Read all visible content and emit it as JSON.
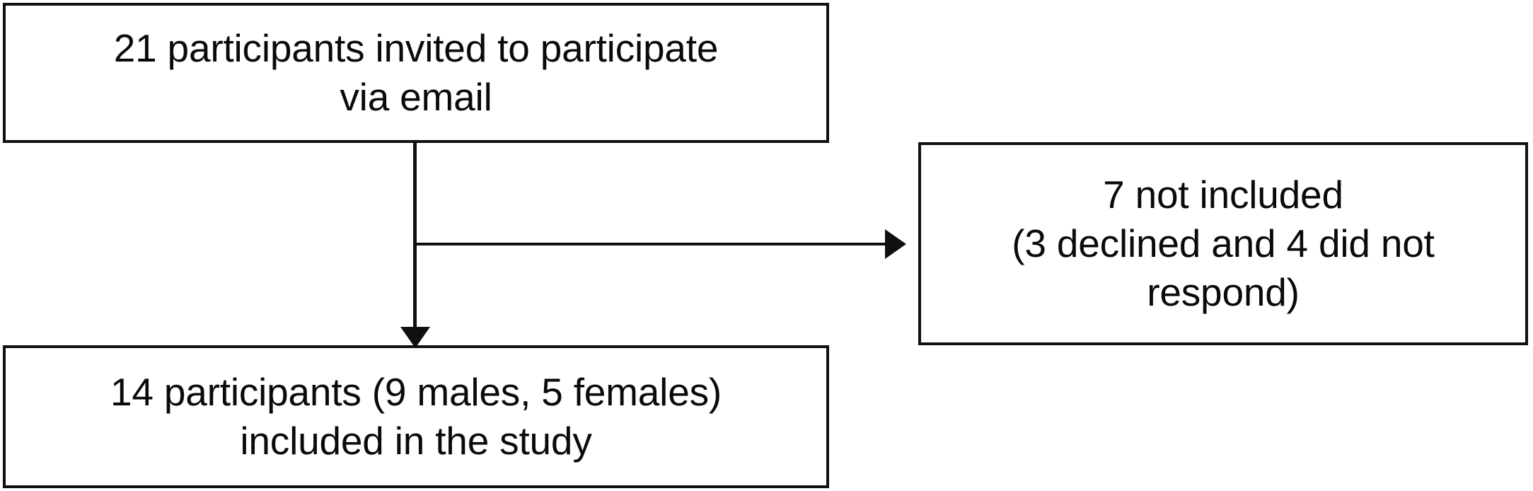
{
  "diagram": {
    "type": "participant-flow-chart",
    "orientation": "top-down-with-right-branch",
    "colors": {
      "stroke": "#101010",
      "fill": "#ffffff",
      "text": "#0a0a0a"
    },
    "nodes": [
      {
        "id": "invited",
        "role": "enrollment",
        "text": "21 participants invited to participate\nvia email",
        "count": 21,
        "lines": [
          "21 participants invited to participate",
          "via email"
        ]
      },
      {
        "id": "excluded",
        "role": "exclusion",
        "text": "7 not included\n(3 declined and 4 did not\nrespond)",
        "count": 7,
        "declined": 3,
        "did_not_respond": 4,
        "lines": [
          "7 not included",
          "(3 declined and 4 did not",
          "respond)"
        ]
      },
      {
        "id": "included",
        "role": "analysis",
        "text": "14 participants (9 males, 5 females)\nincluded in the study",
        "count": 14,
        "males": 9,
        "females": 5,
        "lines": [
          "14 participants (9 males, 5 females)",
          "included in the study"
        ]
      }
    ],
    "edges": [
      {
        "id": "invited-to-included",
        "from": "invited",
        "to": "included",
        "direction": "down",
        "label": "",
        "arrowhead": "solid-triangle"
      },
      {
        "id": "invited-to-excluded",
        "from": "invited",
        "to": "excluded",
        "direction": "right",
        "label": "",
        "arrowhead": "solid-triangle"
      }
    ]
  }
}
